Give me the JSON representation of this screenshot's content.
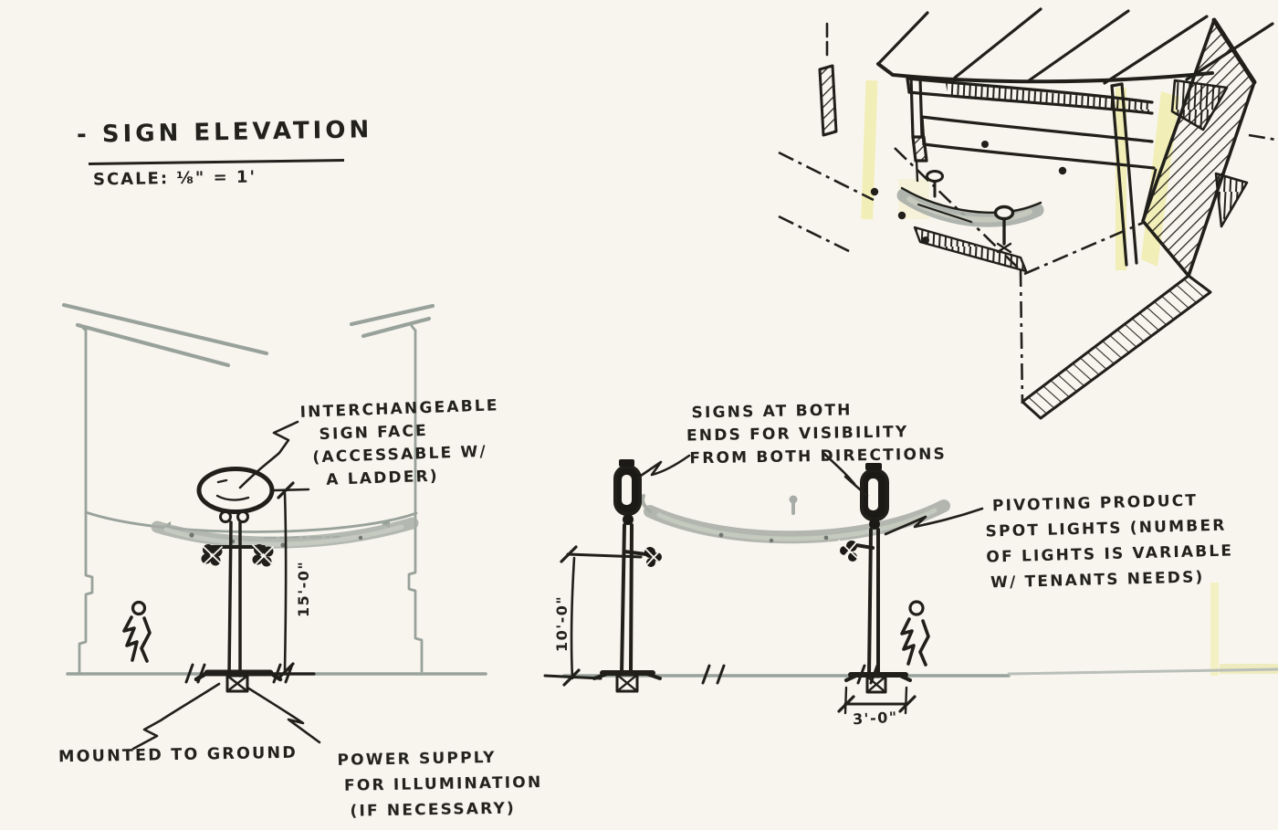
{
  "title_block": {
    "title": "- SIGN ELEVATION",
    "scale": "SCALE: ⅛\" = 1'"
  },
  "annotations": {
    "sign_face": {
      "line1": "INTERCHANGEABLE",
      "line2": "SIGN FACE",
      "line3": "(ACCESSABLE W/",
      "line4": "A LADDER)"
    },
    "signs_both_ends": {
      "line1": "SIGNS AT BOTH",
      "line2": "ENDS FOR VISIBILITY",
      "line3": "FROM BOTH DIRECTIONS"
    },
    "spot_lights": {
      "line1": "PIVOTING PRODUCT",
      "line2": "SPOT LIGHTS (NUMBER",
      "line3": "OF LIGHTS IS VARIABLE",
      "line4": "W/ TENANTS NEEDS)"
    },
    "mounted_to_ground": {
      "line1": "MOUNTED TO GROUND"
    },
    "power_supply": {
      "line1": "POWER SUPPLY",
      "line2": "FOR ILLUMINATION",
      "line3": "(IF NECESSARY)"
    }
  },
  "dimensions": {
    "sign_height": "15'-0\"",
    "light_height": "10'-0\"",
    "base_width": "3'-0\""
  },
  "colors": {
    "paper": "#f8f5ee",
    "ink": "#201f1a",
    "pencil_gray": "#98a29b",
    "marker_gray": "#a7ada6",
    "highlight_yellow": "#f0edab"
  }
}
